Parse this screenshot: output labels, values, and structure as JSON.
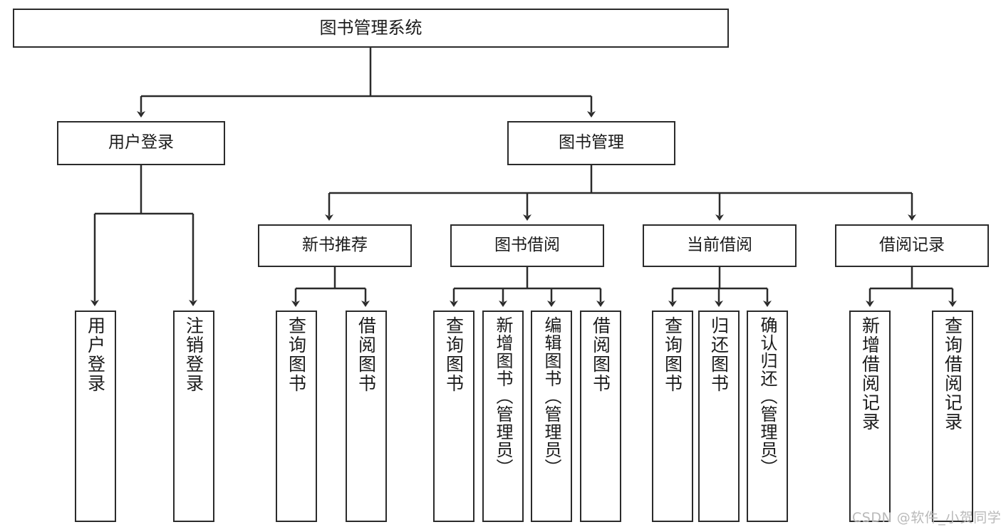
{
  "diagram": {
    "title": "图书管理系统",
    "type": "tree",
    "root": {
      "label": "图书管理系统"
    },
    "level2": [
      {
        "label": "用户登录"
      },
      {
        "label": "图书管理"
      }
    ],
    "level3": [
      {
        "label": "新书推荐"
      },
      {
        "label": "图书借阅"
      },
      {
        "label": "当前借阅"
      },
      {
        "label": "借阅记录"
      }
    ],
    "leaves_user_login": [
      {
        "label": "用户登录"
      },
      {
        "label": "注销登录"
      }
    ],
    "leaves_new_book": [
      {
        "label": "查询图书"
      },
      {
        "label": "借阅图书"
      }
    ],
    "leaves_borrow": [
      {
        "label": "查询图书"
      },
      {
        "label": "新增图书（管理员）"
      },
      {
        "label": "编辑图书（管理员）"
      },
      {
        "label": "借阅图书"
      }
    ],
    "leaves_current": [
      {
        "label": "查询图书"
      },
      {
        "label": "归还图书"
      },
      {
        "label": "确认归还（管理员）"
      }
    ],
    "leaves_records": [
      {
        "label": "新增借阅记录"
      },
      {
        "label": "查询借阅记录"
      }
    ]
  },
  "watermark": {
    "text": "CSDN @软件_小贺同学"
  },
  "colors": {
    "stroke": "#2b2b2b",
    "background": "#ffffff",
    "text": "#1b1b1b",
    "watermark": "#b9b9b9"
  }
}
